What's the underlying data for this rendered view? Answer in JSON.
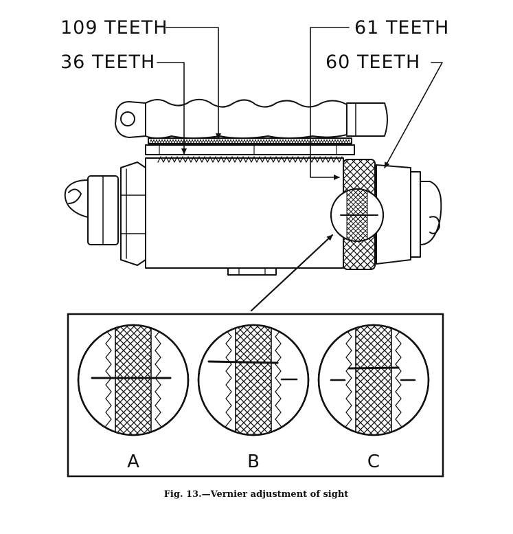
{
  "labels": {
    "teeth_109": "109 TEETH",
    "teeth_36": "36 TEETH",
    "teeth_61": "61 TEETH",
    "teeth_60": "60 TEETH"
  },
  "panels": [
    {
      "letter": "A"
    },
    {
      "letter": "B"
    },
    {
      "letter": "C"
    }
  ],
  "caption": "Fig. 13.—Vernier adjustment of sight"
}
